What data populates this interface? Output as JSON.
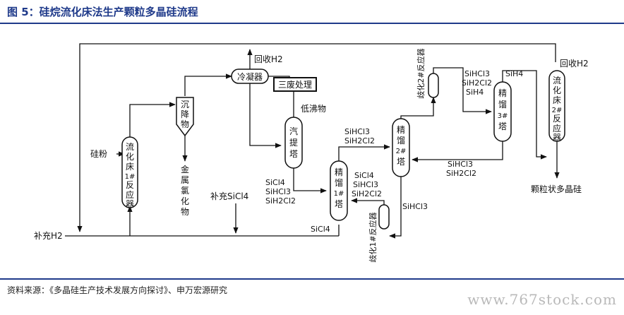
{
  "header": {
    "title": "图 5：硅烷流化床法生产颗粒多晶硅流程"
  },
  "footer": {
    "source": "资料来源：《多晶硅生产技术发展方向探讨》、申万宏源研究",
    "watermark": "www.767stock.com"
  },
  "units": {
    "fluid_bed_1": [
      "流",
      "化",
      "床",
      "1#",
      "反",
      "应",
      "器"
    ],
    "settler": [
      "沉",
      "降",
      "物"
    ],
    "condenser": "冷凝器",
    "waste": "三废处理",
    "stripper": [
      "汽",
      "提",
      "塔"
    ],
    "rect1": [
      "精",
      "馏",
      "1#",
      "塔"
    ],
    "rect2": [
      "精",
      "馏",
      "2#",
      "塔"
    ],
    "rect3": [
      "精",
      "馏",
      "3#",
      "塔"
    ],
    "disp1": "歧化1#反应器",
    "disp2": "歧化2#反应器",
    "fluid_bed_2": [
      "流",
      "化",
      "床",
      "2#",
      "反",
      "应",
      "器"
    ]
  },
  "labels": {
    "silicon_powder": "硅粉",
    "makeup_h2": "补充H2",
    "makeup_sicl4": "补充SiCl4",
    "recover_h2_1": "回收H2",
    "recover_h2_2": "回收H2",
    "low_boil": "低沸物",
    "metal_chloride": [
      "金",
      "属",
      "氯",
      "化",
      "物"
    ],
    "granular_si": "颗粒状多晶硅",
    "sicl4_a": "SiCl4",
    "sihcl3_a": "SiHCl3",
    "sih2cl2_a": "SiH2Cl2",
    "sicl4_b": "SiCl4",
    "sicl4_c": "SiCl4",
    "sihcl3_c": "SiHCl3",
    "sih2cl2_c": "SiH2Cl2",
    "sihcl3_d": "SiHCl3",
    "sih2cl2_d": "SiH2Cl2",
    "sihcl3_e": "SiHCl3",
    "sihcl3_f": "SiHCl3",
    "sih2cl2_f": "SiH2Cl2",
    "sih4_f": "SiH4",
    "sih4_g": "SiH4",
    "sihcl3_h": "SiHCl3",
    "sih2cl2_h": "SiH2Cl2"
  }
}
